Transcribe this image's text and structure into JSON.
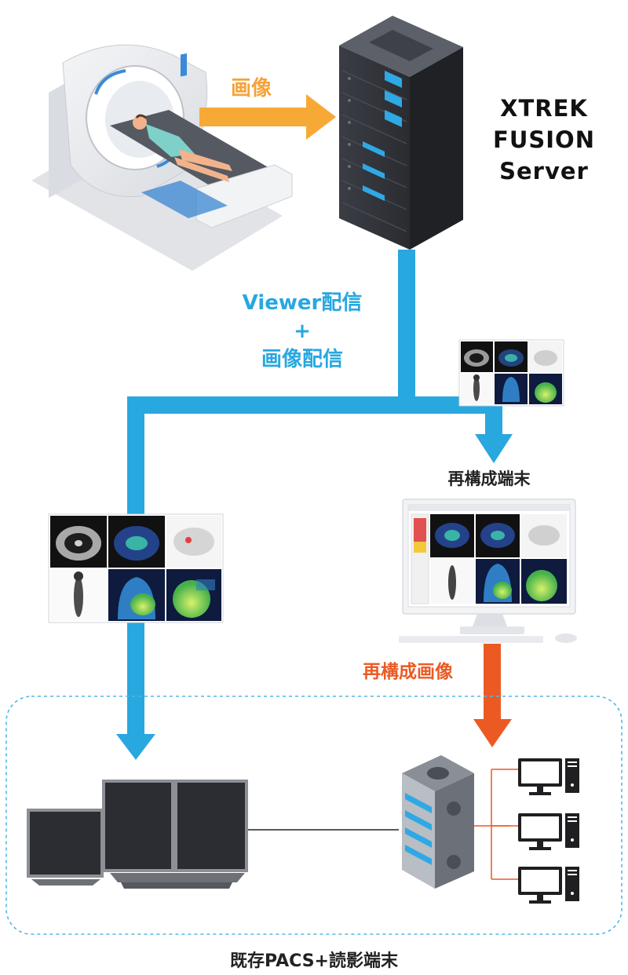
{
  "labels": {
    "server_line1": "XTREK",
    "server_line2": "FUSION",
    "server_line3": "Server",
    "image_flow": "画像",
    "viewer_line1": "Viewer配信",
    "viewer_line2": "+",
    "viewer_line3": "画像配信",
    "recon_terminal": "再構成端末",
    "recon_image": "再構成画像",
    "pacs": "既存PACS+読影端末"
  },
  "colors": {
    "image_arrow": "#f7a936",
    "distribution_line": "#29a7df",
    "recon_arrow": "#ec5a24",
    "network_line": "#ec5a24",
    "dashed_box": "#52b7e6"
  }
}
